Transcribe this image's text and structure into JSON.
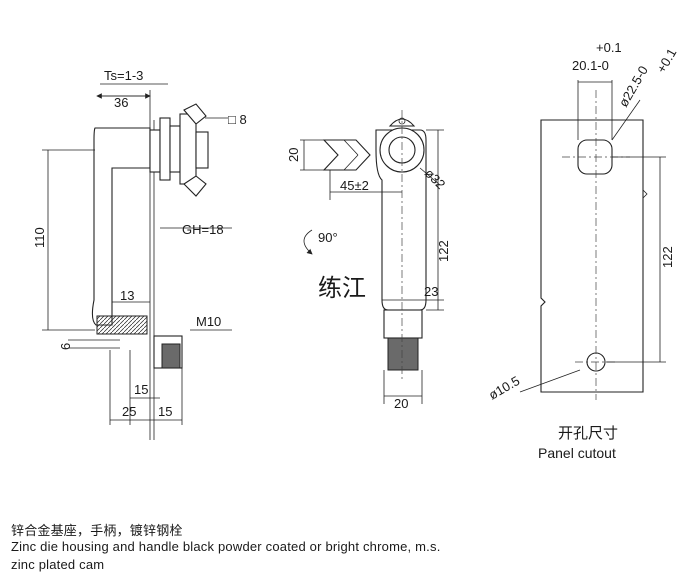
{
  "left_view": {
    "ts": "Ts=1-3",
    "d36": "36",
    "sq8": "□ 8",
    "gh": "GH=18",
    "d110": "110",
    "d13": "13",
    "m10": "M10",
    "d6": "6",
    "d15a": "15",
    "d25": "25",
    "d15b": "15"
  },
  "middle_view": {
    "d20a": "20",
    "d32": "ø32",
    "d45": "45±2",
    "rot": "90°",
    "d122": "122",
    "d23": "23",
    "d20b": "20",
    "watermark": "练江"
  },
  "right_view": {
    "tol1": "+0.1",
    "w201": "20.1-0",
    "d225": "ø22.5-0",
    "tol2": "+0.1",
    "d122": "122",
    "d105": "ø10.5",
    "cutout_cn": "开孔尺寸",
    "cutout_en": "Panel cutout"
  },
  "captions": {
    "line_cn": "锌合金基座，手柄，镀锌钢栓",
    "line_en1": "Zinc die housing and handle black powder coated or bright chrome, m.s.",
    "line_en2": "zinc plated cam"
  }
}
